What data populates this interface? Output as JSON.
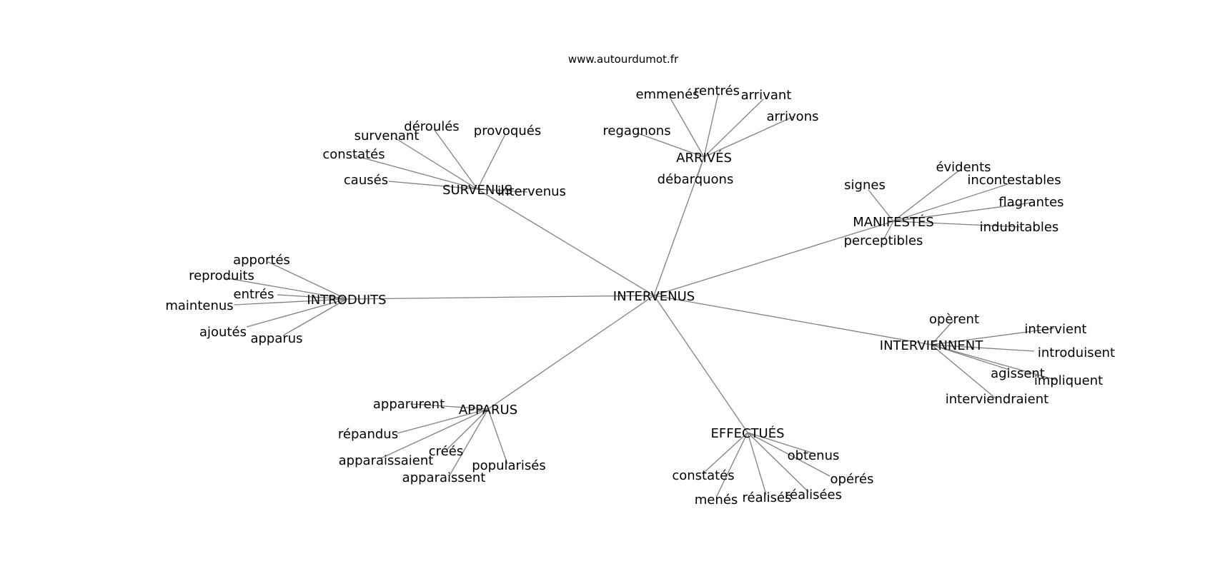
{
  "site": "www.autourdumot.fr",
  "center": "INTERVENUS",
  "clusters": [
    {
      "id": "survenus",
      "label": "SURVENUS",
      "leaves": [
        "survenant",
        "déroulés",
        "provoqués",
        "constatés",
        "causés",
        "intervenus"
      ]
    },
    {
      "id": "arrives",
      "label": "ARRIVÉS",
      "leaves": [
        "emmenés",
        "rentrés",
        "arrivant",
        "arrivons",
        "regagnons",
        "débarquons"
      ]
    },
    {
      "id": "manifestes",
      "label": "MANIFESTÉS",
      "leaves": [
        "évidents",
        "signes",
        "incontestables",
        "flagrantes",
        "indubitables",
        "perceptibles"
      ]
    },
    {
      "id": "introduits",
      "label": "INTRODUITS",
      "leaves": [
        "apportés",
        "reproduits",
        "entrés",
        "maintenus",
        "ajoutés",
        "apparus"
      ]
    },
    {
      "id": "interviennent",
      "label": "INTERVIENNENT",
      "leaves": [
        "opèrent",
        "intervient",
        "introduisent",
        "agissent",
        "impliquent",
        "interviendraient"
      ]
    },
    {
      "id": "apparus",
      "label": "APPARUS",
      "leaves": [
        "apparurent",
        "répandus",
        "apparaissaient",
        "créés",
        "apparaissent",
        "popularisés"
      ]
    },
    {
      "id": "effectues",
      "label": "EFFECTUÉS",
      "leaves": [
        "obtenus",
        "constatés",
        "opérés",
        "menés",
        "réalisés",
        "réalisées"
      ]
    }
  ]
}
